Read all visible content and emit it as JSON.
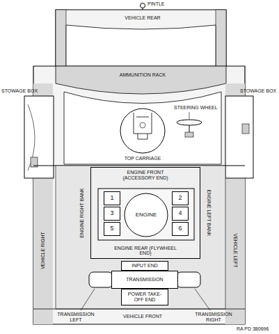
{
  "diagram": {
    "nodes": [
      {
        "text": [
          "ENGINE FRONT (ACCESSORY END)",
          "ENGINE REAR (FLYWHEEL END)"
        ]
      },
      {
        "text": [
          "1"
        ],
        "in": 0
      },
      {
        "text": [
          "2"
        ],
        "in": 0
      },
      {
        "text": [
          "3"
        ],
        "in": 0
      },
      {
        "text": [
          "4"
        ],
        "in": 0
      },
      {
        "text": [
          "5"
        ],
        "in": 0
      },
      {
        "text": [
          "6"
        ],
        "in": 0
      },
      {
        "text": [
          "ENGINE"
        ],
        "in": 0
      },
      {
        "text": [
          "INPUT END"
        ]
      },
      {
        "text": [
          "TRANSMISSION"
        ]
      },
      {
        "text": [
          "POWER TAKE-OFF END"
        ]
      }
    ],
    "labels": [
      "PINTLE",
      "VEHICLE REAR",
      "AMMUNITION RACK",
      "STOWAGE BOX",
      "STOWAGE BOX",
      "STEERING WHEEL",
      "TOP CARRIAGE",
      "VEHICLE RIGHT",
      "ENGINE RIGHT BANK",
      "ENGINE LEFT BANK",
      "VEHICLE LEFT",
      "TRANSMISSION LEFT",
      "TRANSMISSION RIGHT",
      "VEHICLE FRONT",
      "RA PD 380696"
    ]
  }
}
